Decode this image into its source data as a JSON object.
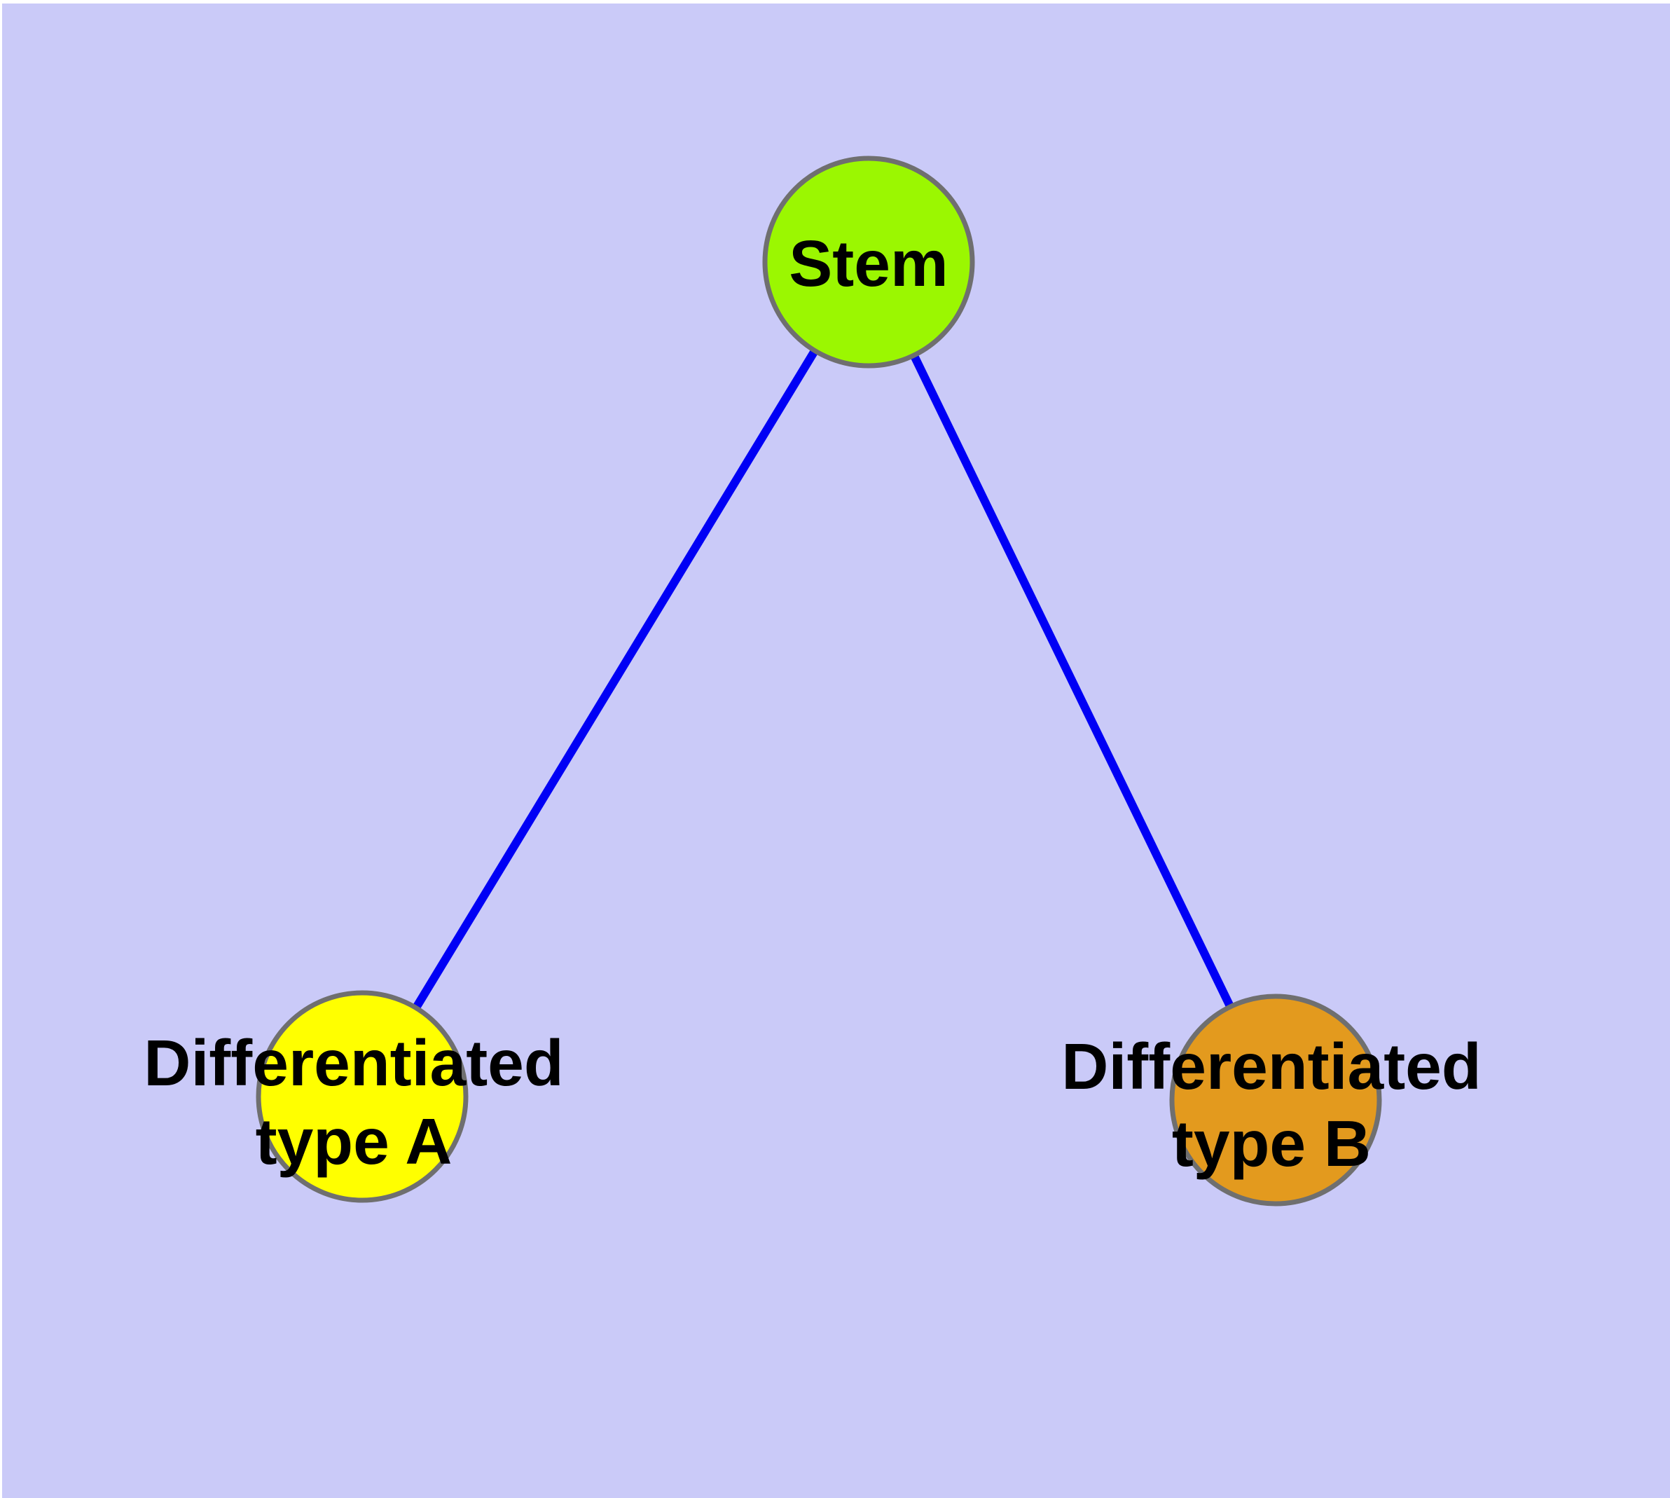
{
  "canvas": {
    "background_color": "#cacaf8",
    "margin_color": "#ffffff"
  },
  "graph": {
    "type": "node-link-diagram",
    "label_color": "#000000",
    "node_border_color": "#6f6f6f",
    "edge_color": "#0000f5",
    "nodes": [
      {
        "id": "stem",
        "label": "Stem",
        "label_line1": "Stem",
        "label_line2": "",
        "fill_color": "#9bf701",
        "border_color": "#6f6f6f"
      },
      {
        "id": "differentiated-type-a",
        "label": "Differentiated type A",
        "label_line1": "Differentiated",
        "label_line2": "type A",
        "fill_color": "#ffff00",
        "border_color": "#6f6f6f"
      },
      {
        "id": "differentiated-type-b",
        "label": "Differentiated type B",
        "label_line1": "Differentiated",
        "label_line2": "type B",
        "fill_color": "#e39a1e",
        "border_color": "#6f6f6f"
      }
    ],
    "edges": [
      {
        "from": "Stem",
        "to": "Differentiated type A",
        "color": "#0000f5"
      },
      {
        "from": "Stem",
        "to": "Differentiated type B",
        "color": "#0000f5"
      }
    ]
  }
}
